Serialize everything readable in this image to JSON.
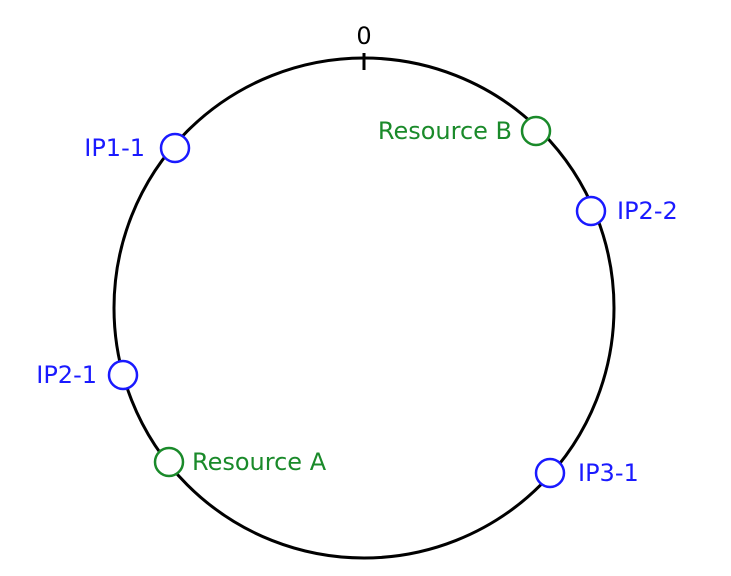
{
  "diagram": {
    "ring_origin_label": "0",
    "colors": {
      "ring": "#000000",
      "server_node": "#1a1aff",
      "resource_node": "#1a8a2a"
    },
    "nodes": [
      {
        "id": "ip1-1",
        "label": "IP1-1",
        "kind": "server"
      },
      {
        "id": "resource-b",
        "label": "Resource B",
        "kind": "resource"
      },
      {
        "id": "ip2-2",
        "label": "IP2-2",
        "kind": "server"
      },
      {
        "id": "ip2-1",
        "label": "IP2-1",
        "kind": "server"
      },
      {
        "id": "resource-a",
        "label": "Resource A",
        "kind": "resource"
      },
      {
        "id": "ip3-1",
        "label": "IP3-1",
        "kind": "server"
      }
    ]
  }
}
